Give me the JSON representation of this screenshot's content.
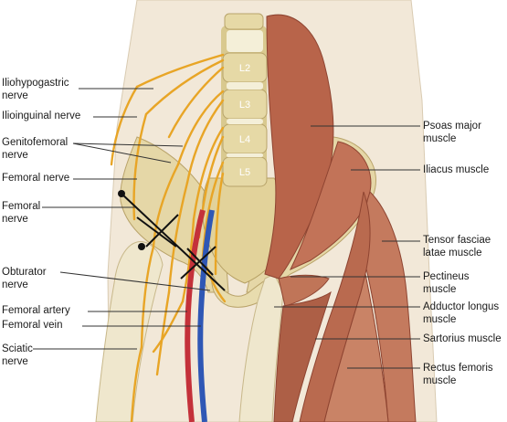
{
  "colors": {
    "nerve": "#e8a526",
    "artery": "#c4313a",
    "vein": "#2f57b5",
    "muscle": "#b8644a",
    "bone": "#e6d9a6",
    "skin": "#f1e6d4",
    "leader": "#333333"
  },
  "vertebrae": [
    "L2",
    "L3",
    "L4",
    "L5"
  ],
  "labels_left": {
    "iliohypogastric": "Iliohypogastric\nnerve",
    "ilioinguinal": "Ilioinguinal nerve",
    "genitofemoral": "Genitofemoral\nnerve",
    "femoral_nerve": "Femoral nerve",
    "femoral_nerve_2": "Femoral\nnerve",
    "obturator": "Obturator\nnerve",
    "femoral_artery": "Femoral artery",
    "femoral_vein": "Femoral vein",
    "sciatic": "Sciatic\nnerve"
  },
  "labels_right": {
    "psoas": "Psoas major\nmuscle",
    "iliacus": "Iliacus muscle",
    "tensor": "Tensor fasciae\nlatae muscle",
    "pectineus": "Pectineus\nmuscle",
    "adductor": "Adductor longus\nmuscle",
    "sartorius": "Sartorius muscle",
    "rectus": "Rectus femoris\nmuscle"
  }
}
